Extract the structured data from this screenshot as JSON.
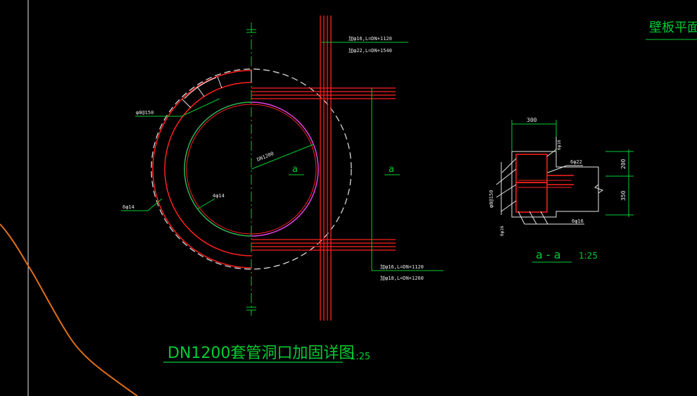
{
  "colors": {
    "background": "#000000",
    "green": "#00cc33",
    "red": "#ff2020",
    "white": "#e8e8e8",
    "magenta": "#e040e0",
    "orange": "#e0701a"
  },
  "drawing": {
    "main_title": "DN1200套管洞口加固详图",
    "main_scale": "1:25",
    "section_title": "a - a",
    "section_scale": "1:25",
    "top_right_title": "壁板平面配",
    "labels": {
      "top_rebar_1": "加φ16,L=DN+1120",
      "top_rebar_2": "加φ22,L=DN+1540",
      "bottom_rebar_1": "加φ16,L=DN+1120",
      "bottom_rebar_2": "加φ18,L=DN+1260",
      "ring_stirrup": "φ8@150",
      "outer_ring": "6φ14",
      "inner_ring": "4φ14",
      "dn_diameter": "DN1200",
      "section_mark_left": "a",
      "section_mark_right": "a",
      "sec_dim_top": "300",
      "sec_dim_right_1": "200",
      "sec_dim_right_2": "350",
      "sec_rebar_top": "6φ22",
      "sec_rebar_bottom": "6φ16",
      "sec_stirrup": "φ8@150",
      "sec_left_rebar": "6φ16",
      "sec_small_label": "6φ16"
    }
  }
}
